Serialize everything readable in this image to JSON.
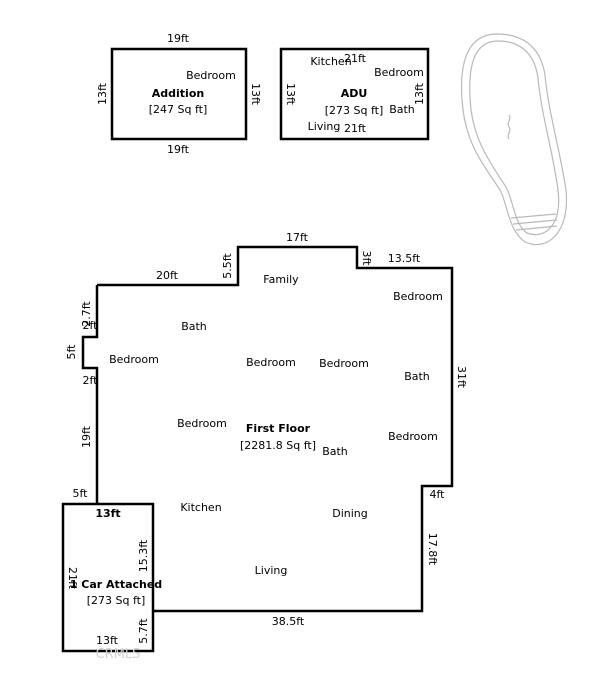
{
  "structures": {
    "addition": {
      "name": "Addition",
      "area": "[247 Sq ft]",
      "dims": {
        "top": "19ft",
        "bottom": "19ft",
        "left": "13ft",
        "right": "13ft"
      },
      "rooms": {
        "bedroom": "Bedroom"
      }
    },
    "adu": {
      "name": "ADU",
      "area": "[273 Sq ft]",
      "dims": {
        "top": "21ft",
        "bottom": "21ft",
        "left": "13ft",
        "right": "13ft"
      },
      "rooms": {
        "kitchen": "Kitchen",
        "bedroom": "Bedroom",
        "bath": "Bath",
        "living": "Living"
      }
    },
    "first_floor": {
      "name": "First Floor",
      "area": "[2281.8 Sq ft]",
      "dims": {
        "d20": "20ft",
        "d5_5": "5.5ft",
        "d17": "17ft",
        "d3": "3ft",
        "d13_5": "13.5ft",
        "d31": "31ft",
        "d4": "4ft",
        "d17_8": "17.8ft",
        "d38_5": "38.5ft",
        "d2_7": "2.7ft",
        "d2": "2ft",
        "d5a": "5ft",
        "d2b": "2ft",
        "d19": "19ft",
        "d5b": "5ft"
      },
      "rooms": {
        "family": "Family",
        "bath1": "Bath",
        "bedroom1": "Bedroom",
        "bedroom2": "Bedroom",
        "bedroom3": "Bedroom",
        "bedroom4": "Bedroom",
        "bedroom5": "Bedroom",
        "bedroom6": "Bedroom",
        "bath2": "Bath",
        "bath3": "Bath",
        "kitchen": "Kitchen",
        "dining": "Dining",
        "living": "Living"
      }
    },
    "garage": {
      "name": "1 Car Attached",
      "area": "[273 Sq ft]",
      "dims": {
        "top": "13ft",
        "bottom": "13ft",
        "left": "21ft",
        "right1": "15.3ft",
        "right2": "5.7ft"
      }
    }
  },
  "watermark": "CRMLS"
}
